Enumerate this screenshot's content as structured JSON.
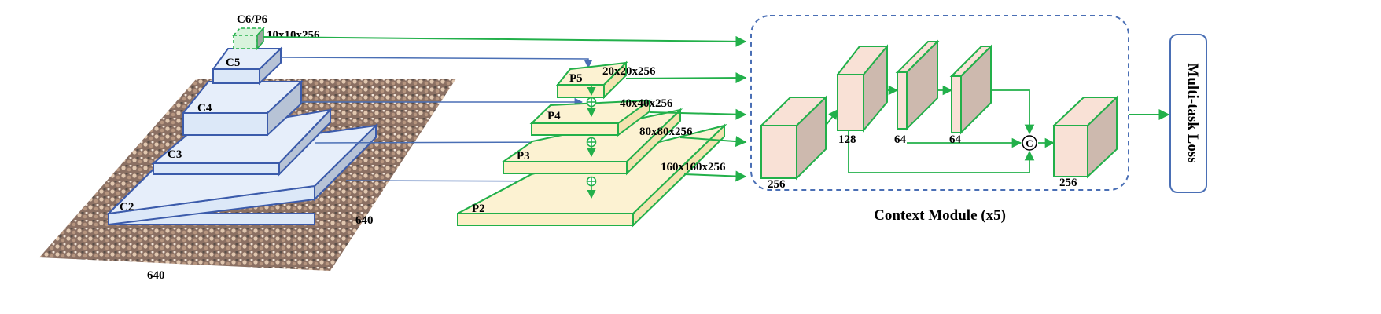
{
  "backbone": {
    "levels": [
      "C2",
      "C3",
      "C4",
      "C5"
    ],
    "c6_label": "C6/P6",
    "c6_size": "10x10x256",
    "image_width": "640",
    "image_height": "640"
  },
  "fpn": {
    "levels": [
      "P2",
      "P3",
      "P4",
      "P5"
    ],
    "sizes": {
      "p2": "160x160x256",
      "p3": "80x80x256",
      "p4": "40x40x256",
      "p5": "20x20x256"
    }
  },
  "context_module": {
    "title": "Context Module (x5)",
    "channels": {
      "input": "256",
      "branch_a": "128",
      "branch_b": "64",
      "branch_c": "64",
      "output": "256"
    },
    "concat_symbol": "C"
  },
  "loss": {
    "label": "Multi-task Loss"
  },
  "colors": {
    "backbone_face": "#dce8f8",
    "backbone_side": "#b7c3d6",
    "backbone_stroke": "#3b5bab",
    "fpn_face": "#fcefc6",
    "fpn_stroke": "#22b04a",
    "cube_front": "#f9e1d6",
    "cube_side": "#cdb9ae",
    "module_border": "#4a6fb5",
    "loss_border": "#4a6fb5"
  }
}
